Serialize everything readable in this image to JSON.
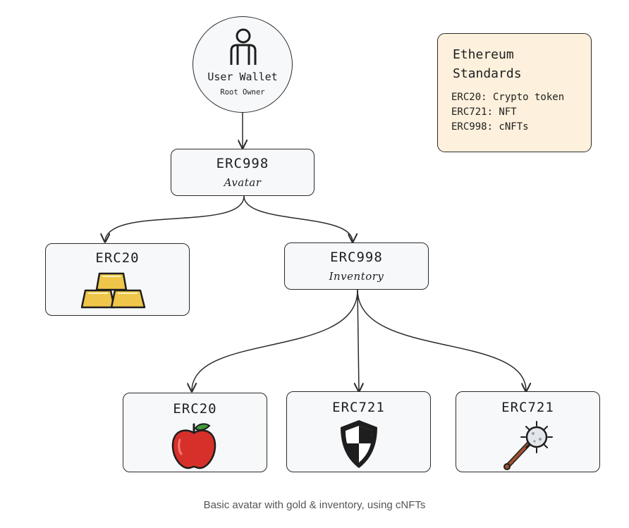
{
  "root": {
    "name": "User Wallet",
    "role": "Root Owner",
    "icon": "person-icon"
  },
  "avatar": {
    "standard": "ERC998",
    "label": "Avatar"
  },
  "gold": {
    "standard": "ERC20",
    "icon": "gold-bars-icon"
  },
  "inventory": {
    "standard": "ERC998",
    "label": "Inventory"
  },
  "items": [
    {
      "standard": "ERC20",
      "icon": "apple-icon"
    },
    {
      "standard": "ERC721",
      "icon": "shield-icon"
    },
    {
      "standard": "ERC721",
      "icon": "mace-icon"
    }
  ],
  "legend": {
    "title": "Ethereum Standards",
    "entries": [
      "ERC20: Crypto token",
      "ERC721: NFT",
      "ERC998: cNFTs"
    ]
  },
  "caption": "Basic avatar with gold & inventory, using cNFTs",
  "colors": {
    "node_fill": "#f7f8fa",
    "legend_fill": "#fdf0dc",
    "stroke": "#2b2b2b",
    "gold": "#f0c64a",
    "apple": "#d7302a",
    "leaf": "#3f9b3b"
  }
}
